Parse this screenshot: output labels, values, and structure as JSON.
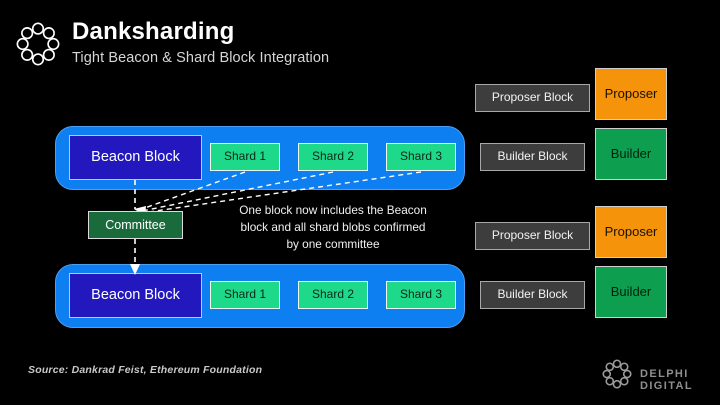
{
  "header": {
    "title": "Danksharding",
    "subtitle": "Tight Beacon & Shard Block Integration",
    "logo_icon": "delphi-ring-icon"
  },
  "rows": [
    {
      "id": "upper-slot",
      "beacon_label": "Beacon Block",
      "shards": [
        "Shard 1",
        "Shard 2",
        "Shard 3"
      ],
      "builder_block_label": "Builder Block",
      "proposer_block_label": "Proposer Block",
      "proposer_label": "Proposer",
      "builder_label": "Builder"
    },
    {
      "id": "lower-slot",
      "beacon_label": "Beacon Block",
      "shards": [
        "Shard 1",
        "Shard 2",
        "Shard 3"
      ],
      "builder_block_label": "Builder Block",
      "proposer_block_label": "Proposer Block",
      "proposer_label": "Proposer",
      "builder_label": "Builder"
    }
  ],
  "committee": {
    "label": "Committee"
  },
  "annotation": {
    "line1": "One block now includes the Beacon",
    "line2": "block and all shard blobs confirmed",
    "line3": "by one committee"
  },
  "footer": {
    "source": "Source: Dankrad Feist, Ethereum Foundation",
    "brand": "DELPHI DIGITAL",
    "brand_icon": "delphi-ring-icon"
  },
  "colors": {
    "background": "#000000",
    "band_blue": "#0d7ff0",
    "beacon_blue": "#2218be",
    "shard_green": "#1fd98a",
    "committee_green": "#1a6b3c",
    "block_gray": "#3d3d3d",
    "proposer_orange": "#f5930a",
    "builder_green": "#0e9e4f",
    "dashed_line": "#ffffff"
  }
}
